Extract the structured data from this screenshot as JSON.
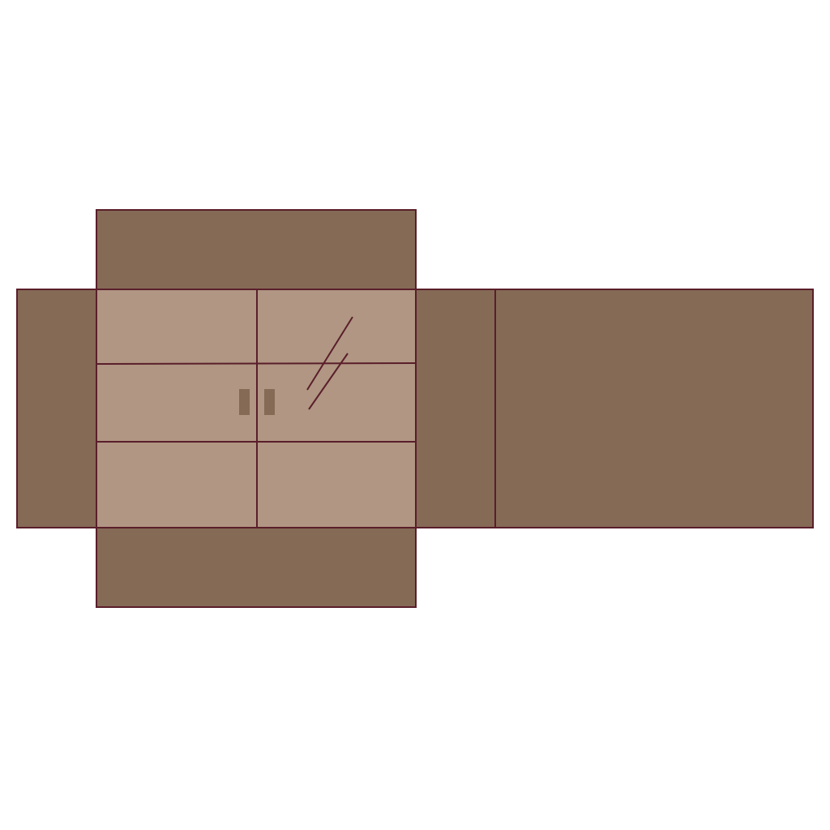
{
  "diagram": {
    "type": "cabinet-net",
    "colors": {
      "outer_panel": "#856a56",
      "glass_door": "#b09683",
      "outline": "#5a1e2a",
      "handle": "#856a56",
      "background": "#ffffff"
    },
    "panels": [
      "top",
      "left-side",
      "front-doors",
      "right-side",
      "back",
      "bottom"
    ],
    "front": {
      "doors": 2,
      "shelf_rows": 3,
      "handles": 2,
      "glass_reflection_lines": 2
    }
  }
}
